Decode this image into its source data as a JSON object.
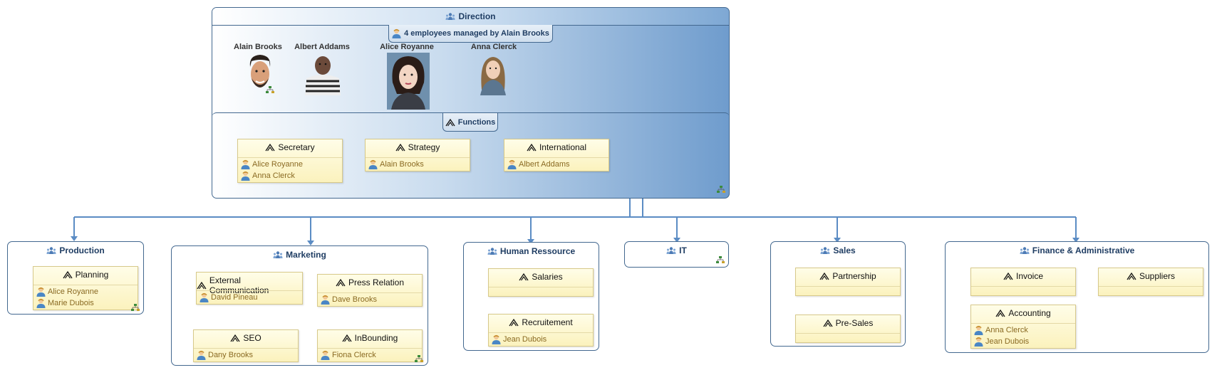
{
  "direction": {
    "title": "Direction",
    "managed_label": "4 employees managed by Alain Brooks",
    "people": [
      {
        "name": "Alain Brooks"
      },
      {
        "name": "Albert Addams"
      },
      {
        "name": "Alice Royanne"
      },
      {
        "name": "Anna Clerck"
      }
    ],
    "functions_label": "Functions",
    "functions": [
      {
        "title": "Secretary",
        "employees": [
          "Alice Royanne",
          "Anna Clerck"
        ]
      },
      {
        "title": "Strategy",
        "employees": [
          "Alain Brooks"
        ]
      },
      {
        "title": "International",
        "employees": [
          "Albert Addams"
        ]
      }
    ]
  },
  "departments": {
    "production": {
      "title": "Production",
      "functions": [
        {
          "title": "Planning",
          "employees": [
            "Alice Royanne",
            "Marie Dubois"
          ]
        }
      ]
    },
    "marketing": {
      "title": "Marketing",
      "functions": [
        {
          "title": "External Communication",
          "employees": [
            "David Pineau"
          ]
        },
        {
          "title": "Press Relation",
          "employees": [
            "Dave Brooks"
          ]
        },
        {
          "title": "SEO",
          "employees": [
            "Dany Brooks"
          ]
        },
        {
          "title": "InBounding",
          "employees": [
            "Fiona Clerck"
          ]
        }
      ]
    },
    "hr": {
      "title": "Human Ressource",
      "functions": [
        {
          "title": "Salaries",
          "employees": []
        },
        {
          "title": "Recruitement",
          "employees": [
            "Jean Dubois"
          ]
        }
      ]
    },
    "it": {
      "title": "IT",
      "functions": []
    },
    "sales": {
      "title": "Sales",
      "functions": [
        {
          "title": "Partnership",
          "employees": []
        },
        {
          "title": "Pre-Sales",
          "employees": []
        }
      ]
    },
    "finance": {
      "title": "Finance & Administrative",
      "functions": [
        {
          "title": "Invoice",
          "employees": []
        },
        {
          "title": "Suppliers",
          "employees": []
        },
        {
          "title": "Accounting",
          "employees": [
            "Anna Clerck",
            "Jean Dubois"
          ]
        }
      ]
    }
  },
  "colors": {
    "accent": "#6a9bcf",
    "border": "#43688f",
    "function_fill": "#fbf2bd",
    "employee_text": "#8a6a22"
  },
  "icons": {
    "department": "org-unit-icon",
    "function": "function-caret-icon",
    "employee": "person-icon",
    "hierarchy": "org-tree-icon"
  }
}
